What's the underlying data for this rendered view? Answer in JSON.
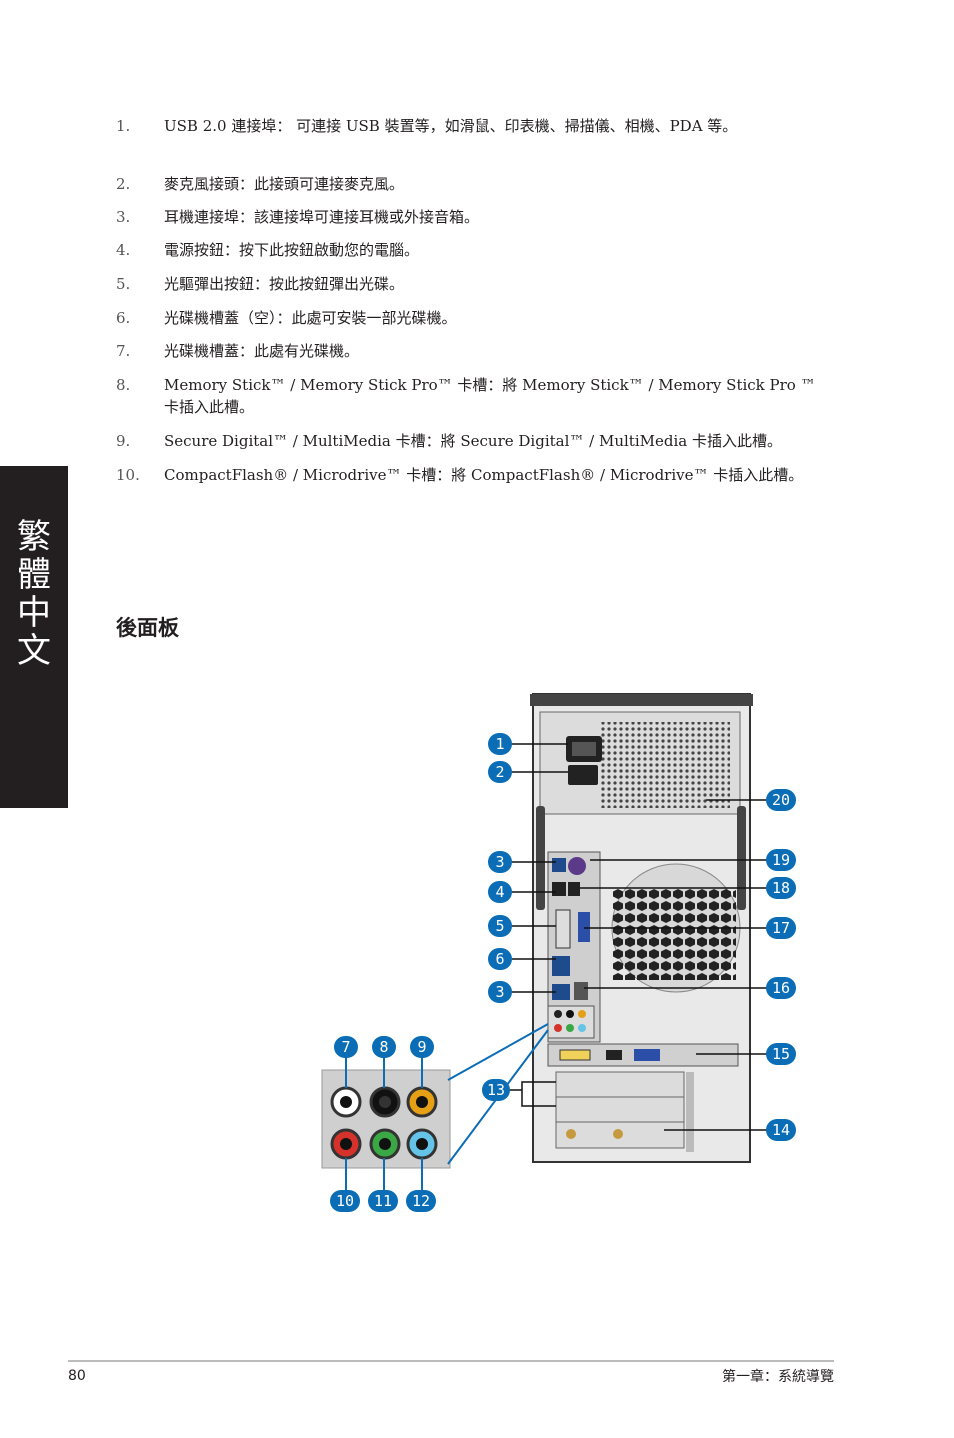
{
  "sidebar": {
    "label_chars": [
      "繁",
      "體",
      "中",
      "文"
    ]
  },
  "list_items": [
    {
      "num": "1.",
      "text": "USB 2.0 連接埠： 可連接 USB 裝置等，如滑鼠、印表機、掃描儀、相機、PDA 等。"
    },
    {
      "num": "2.",
      "text": "麥克風接頭：此接頭可連接麥克風。"
    },
    {
      "num": "3.",
      "text": "耳機連接埠：該連接埠可連接耳機或外接音箱。"
    },
    {
      "num": "4.",
      "text": "電源按鈕：按下此按鈕啟動您的電腦。"
    },
    {
      "num": "5.",
      "text": "光驅彈出按鈕：按此按鈕彈出光碟。"
    },
    {
      "num": "6.",
      "text": "光碟機槽蓋（空）：此處可安裝一部光碟機。"
    },
    {
      "num": "7.",
      "text": "光碟機槽蓋：此處有光碟機。"
    },
    {
      "num": "8.",
      "text": "Memory Stick™ / Memory Stick Pro™ 卡槽：將 Memory Stick™ / Memory Stick Pro ™ 卡插入此槽。"
    },
    {
      "num": "9.",
      "text": "Secure Digital™ / MultiMedia 卡槽：將 Secure Digital™ / MultiMedia 卡插入此槽。"
    },
    {
      "num": "10.",
      "text": "CompactFlash® / Microdrive™ 卡槽：將 CompactFlash® / Microdrive™ 卡插入此槽。"
    }
  ],
  "section_heading": "後面板",
  "callouts_left": [
    "1",
    "2",
    "3",
    "4",
    "5",
    "6",
    "3"
  ],
  "callouts_audio_top": [
    "7",
    "8",
    "9"
  ],
  "callouts_audio_bottom": [
    "10",
    "11",
    "12"
  ],
  "callout_13": "13",
  "callouts_right": [
    "20",
    "19",
    "18",
    "17",
    "16",
    "15",
    "14"
  ],
  "footer": {
    "page_number": "80",
    "chapter": "第一章：系統導覽"
  },
  "colors": {
    "callout_blue": "#0a6db6",
    "sidebar_bg": "#231f20",
    "case_bg": "#e8e8e8"
  }
}
